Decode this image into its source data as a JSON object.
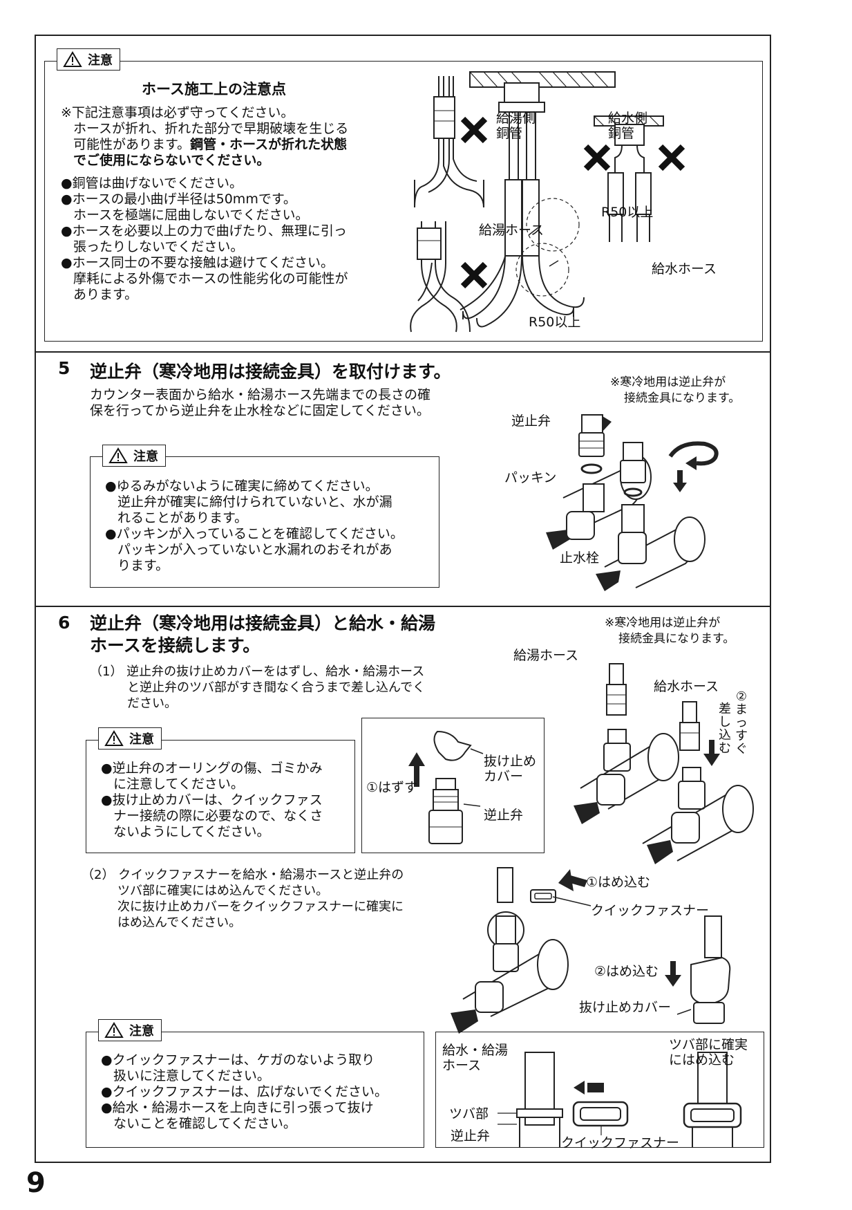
{
  "page_number": "9",
  "caution_label": "注意",
  "top": {
    "title": "ホース施工上の注意点",
    "intro": [
      "※下記注意事項は必ず守ってください。",
      "ホースが折れ、折れた部分で早期破壊を生じる",
      "可能性があります。"
    ],
    "intro_bold": [
      "鋼管・ホースが折れた状態",
      "でご使用にならないでください。"
    ],
    "bullets": [
      "●銅管は曲げないでください。",
      "●ホースの最小曲げ半径は50mmです。",
      "ホースを極端に屈曲しないでください。",
      "●ホースを必要以上の力で曲げたり、無理に引っ",
      "張ったりしないでください。",
      "●ホース同士の不要な接触は避けてください。",
      "摩耗による外傷でホースの性能劣化の可能性が",
      "あります。"
    ],
    "fig": {
      "hot_pipe": [
        "給湯側",
        "銅管"
      ],
      "cold_pipe": [
        "給水側",
        "銅管"
      ],
      "hot_hose": "給湯ホース",
      "cold_hose": "給水ホース",
      "radius_upper": "R50以上",
      "radius_lower": "R50以上"
    }
  },
  "step5": {
    "number": "5",
    "heading": "逆止弁（寒冷地用は接続金具）を取付けます。",
    "body": [
      "カウンター表面から給水・給湯ホース先端までの長さの確",
      "保を行ってから逆止弁を止水栓などに固定してください。"
    ],
    "note": [
      "※寒冷地用は逆止弁が",
      "接続金具になります。"
    ],
    "caution": [
      "●ゆるみがないように確実に締めてください。",
      "逆止弁が確実に締付けられていないと、水が漏",
      "れることがあります。",
      "●パッキンが入っていることを確認してください。",
      "パッキンが入っていないと水漏れのおそれがあ",
      "ります。"
    ],
    "fig": {
      "check_valve": "逆止弁",
      "packing": "パッキン",
      "stop_valve": "止水栓"
    }
  },
  "step6": {
    "number": "6",
    "heading": [
      "逆止弁（寒冷地用は接続金具）と給水・給湯",
      "ホースを接続します。"
    ],
    "note": [
      "※寒冷地用は逆止弁が",
      "接続金具になります。"
    ],
    "sub1": [
      "（1） 逆止弁の抜け止めカバーをはずし、給水・給湯ホース",
      "と逆止弁のツバ部がすき間なく合うまで差し込んでく",
      "ださい。"
    ],
    "caution1": [
      "●逆止弁のオーリングの傷、ゴミかみ",
      "に注意してください。",
      "●抜け止めカバーは、クイックファス",
      "ナー接続の際に必要なので、なくさ",
      "ないようにしてください。"
    ],
    "fig1": {
      "remove": "①はずす",
      "cover": [
        "抜け止め",
        "カバー"
      ],
      "check_valve": "逆止弁"
    },
    "fig2": {
      "hot_hose": "給湯ホース",
      "cold_hose": "給水ホース",
      "insert_straight": [
        "②",
        "ま",
        "っ",
        "す",
        "ぐ",
        "差",
        "し",
        "込",
        "む"
      ]
    },
    "sub2": [
      "（2） クイックファスナーを給水・給湯ホースと逆止弁の",
      "ツバ部に確実にはめ込んでください。",
      "次に抜け止めカバーをクイックファスナーに確実に",
      "はめ込んでください。"
    ],
    "fig3": {
      "fit1": "①はめ込む",
      "fastener": "クイックファスナー",
      "fit2": "②はめ込む",
      "cover": "抜け止めカバー"
    },
    "caution2": [
      "●クイックファスナーは、ケガのないよう取り",
      "扱いに注意してください。",
      "●クイックファスナーは、広げないでください。",
      "●給水・給湯ホースを上向きに引っ張って抜け",
      "ないことを確認してください。"
    ],
    "fig4": {
      "hose": [
        "給水・給湯",
        "ホース"
      ],
      "flange": "ツバ部",
      "check_valve": "逆止弁",
      "fastener": "クイックファスナー",
      "fit_flange": [
        "ツバ部に確実",
        "にはめ込む"
      ]
    }
  }
}
